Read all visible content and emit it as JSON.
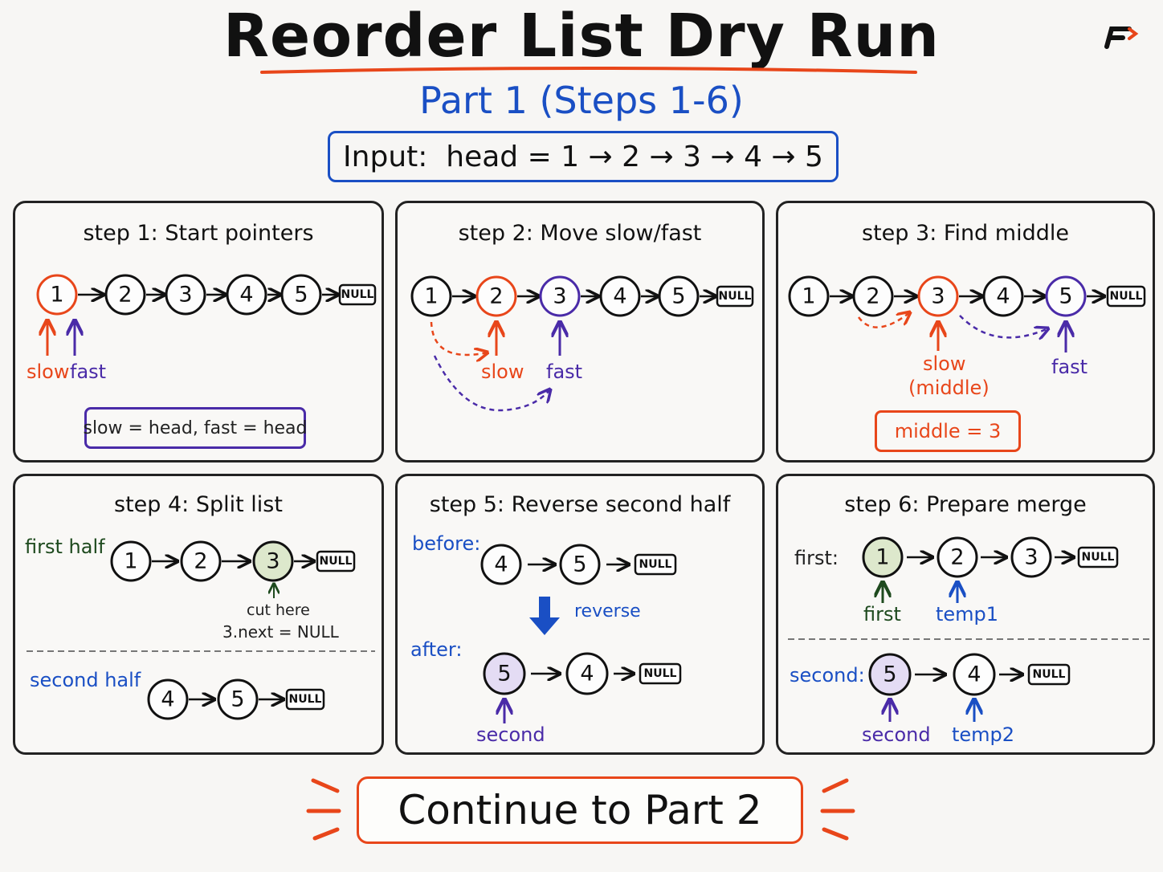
{
  "title": "Reorder List Dry Run",
  "subtitle": "Part 1 (Steps 1-6)",
  "input": "Input:  head = 1 → 2 → 3 → 4 → 5",
  "null_label": "NULL",
  "colors": {
    "orange": "#e8461a",
    "purple": "#4a2ba8",
    "blue": "#1a4fc4",
    "green_fill": "#dde8cc",
    "lavender_fill": "#e4dcf4"
  },
  "steps": {
    "s1": {
      "title": "step 1: Start pointers",
      "nodes": [
        "1",
        "2",
        "3",
        "4",
        "5"
      ],
      "slow": "slow",
      "fast": "fast",
      "code": "slow = head, fast = head"
    },
    "s2": {
      "title": "step 2: Move slow/fast",
      "nodes": [
        "1",
        "2",
        "3",
        "4",
        "5"
      ],
      "slow": "slow",
      "fast": "fast"
    },
    "s3": {
      "title": "step 3: Find middle",
      "nodes": [
        "1",
        "2",
        "3",
        "4",
        "5"
      ],
      "slow": "slow",
      "middle_note": "(middle)",
      "fast": "fast",
      "code": "middle = 3"
    },
    "s4": {
      "title": "step 4: Split list",
      "first_half_label": "first half",
      "first_nodes": [
        "1",
        "2",
        "3"
      ],
      "cut_here": "cut here",
      "cut_code": "3.next = NULL",
      "second_half_label": "second half",
      "second_nodes": [
        "4",
        "5"
      ]
    },
    "s5": {
      "title": "step 5: Reverse second half",
      "before_label": "before:",
      "before_nodes": [
        "4",
        "5"
      ],
      "reverse_label": "reverse",
      "after_label": "after:",
      "after_nodes": [
        "5",
        "4"
      ],
      "second": "second"
    },
    "s6": {
      "title": "step 6: Prepare merge",
      "first_label": "first:",
      "first_nodes": [
        "1",
        "2",
        "3"
      ],
      "first_ptr": "first",
      "temp1": "temp1",
      "second_label": "second:",
      "second_nodes": [
        "5",
        "4"
      ],
      "second_ptr": "second",
      "temp2": "temp2"
    }
  },
  "cta": "Continue to Part 2"
}
